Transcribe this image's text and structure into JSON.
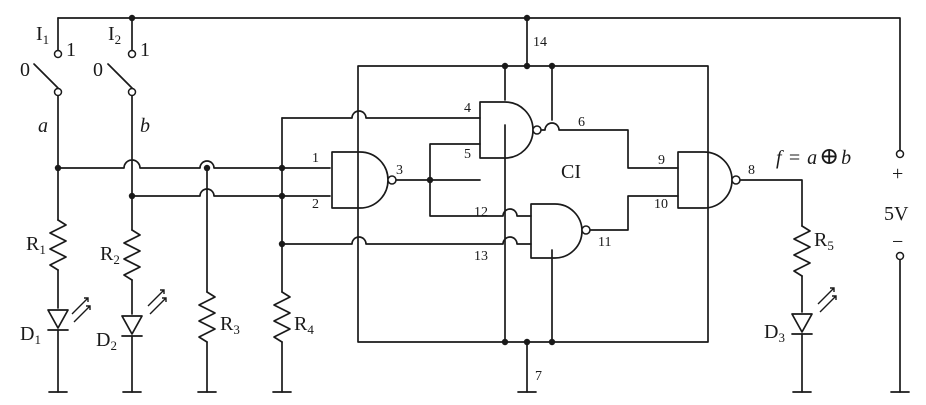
{
  "labels": {
    "i1": {
      "base": "I",
      "sub": "1"
    },
    "i2": {
      "base": "I",
      "sub": "2"
    },
    "r1": {
      "base": "R",
      "sub": "1"
    },
    "r2": {
      "base": "R",
      "sub": "2"
    },
    "r3": {
      "base": "R",
      "sub": "3"
    },
    "r4": {
      "base": "R",
      "sub": "4"
    },
    "r5": {
      "base": "R",
      "sub": "5"
    },
    "d1": {
      "base": "D",
      "sub": "1"
    },
    "d2": {
      "base": "D",
      "sub": "2"
    },
    "d3": {
      "base": "D",
      "sub": "3"
    },
    "a": "a",
    "b": "b",
    "ci": "CI",
    "voltage": "5V",
    "plus": "+",
    "minus": "−",
    "formula": {
      "lhs": "f",
      "eq": "=",
      "a": "a",
      "op": "⊕",
      "b": "b"
    },
    "switch_zero": "0",
    "switch_one": "1"
  },
  "pins": [
    "1",
    "2",
    "3",
    "4",
    "5",
    "6",
    "7",
    "8",
    "9",
    "10",
    "11",
    "12",
    "13",
    "14"
  ]
}
